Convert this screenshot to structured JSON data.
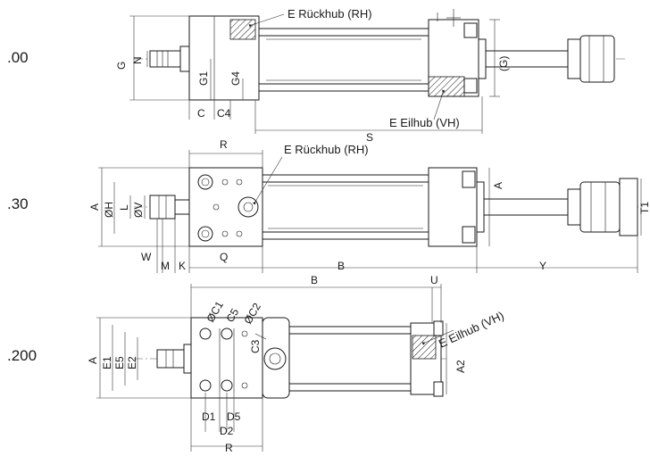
{
  "views": [
    {
      "code": ".00"
    },
    {
      "code": ".30"
    },
    {
      "code": ".200"
    }
  ],
  "callouts": {
    "rh_top": "E Rückhub (RH)",
    "vh_top": "E Eilhub (VH)",
    "rh_mid": "E Rückhub (RH)",
    "vh_bot": "E Eilhub (VH)"
  },
  "labels": {
    "v1": {
      "G": "G",
      "N": "N",
      "G1": "G1",
      "G4": "G4",
      "C": "C",
      "C4": "C4",
      "S": "S",
      "Gp": "(G)"
    },
    "v2": {
      "R": "R",
      "A": "A",
      "OH": "ØH",
      "L": "L",
      "OV": "ØV",
      "W": "W",
      "M": "M",
      "K": "K",
      "Q": "Q",
      "B": "B",
      "Y": "Y",
      "A_right": "A",
      "T1": "T1"
    },
    "v3": {
      "B": "B",
      "U": "U",
      "A": "A",
      "E1": "E1",
      "E5": "E5",
      "E2": "E2",
      "OC1": "ØC1",
      "C5": "C5",
      "OC2": "ØC2",
      "C3": "C3",
      "A2": "A2",
      "D1": "D1",
      "D5": "D5",
      "D2": "D2",
      "R": "R"
    }
  }
}
